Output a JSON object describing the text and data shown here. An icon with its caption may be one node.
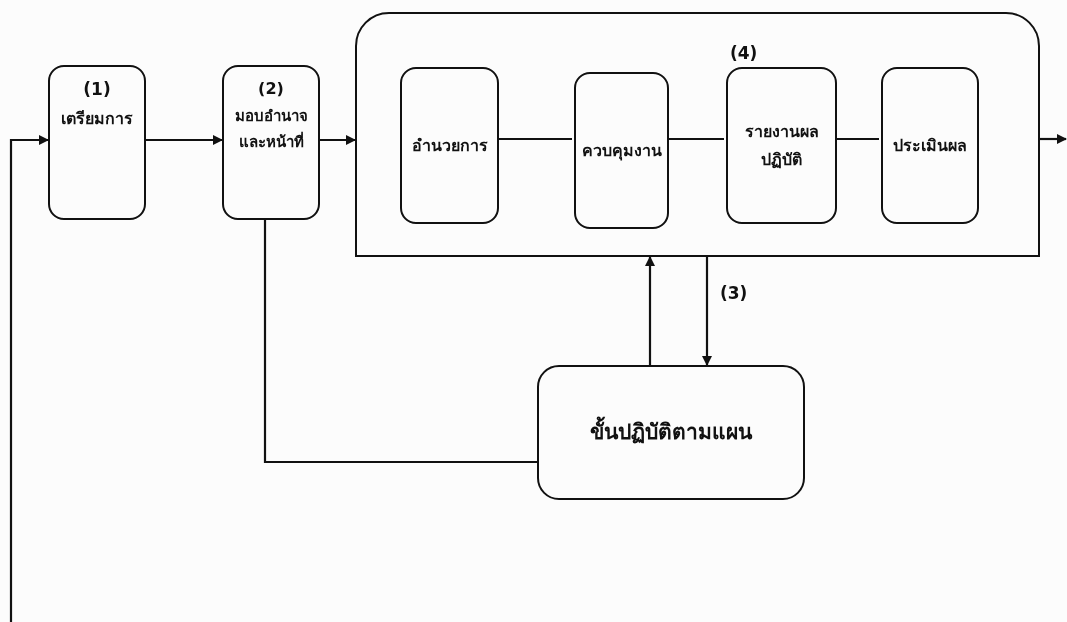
{
  "diagram": {
    "nodes": [
      {
        "text": [
          "(1)",
          "เตรียมการ"
        ]
      },
      {
        "text": [
          "(2)",
          "มอบอำนาจและหน้าที่"
        ]
      },
      {
        "text": [],
        "shape": "box"
      },
      {
        "text": [
          "อำนวยการ"
        ],
        "in": 2
      },
      {
        "text": [
          "ควบคุมงาน"
        ],
        "in": 2
      },
      {
        "text": [
          "(4)",
          "รายงานผลปฏิบัติ"
        ],
        "in": 2
      },
      {
        "text": [
          "ประเมินผล"
        ],
        "in": 2
      },
      {
        "text": [
          "ขั้นปฏิบัติตามแผน"
        ]
      }
    ],
    "edges": [
      {
        "from": null,
        "to": 0,
        "arrow": "to"
      },
      {
        "from": 0,
        "to": 1,
        "arrow": "to"
      },
      {
        "from": 1,
        "to": 2,
        "arrow": "to"
      },
      {
        "from": 3,
        "to": 4,
        "arrow": "none"
      },
      {
        "from": 4,
        "to": 5,
        "arrow": "none"
      },
      {
        "from": 5,
        "to": 6,
        "arrow": "none"
      },
      {
        "from": 2,
        "to": null,
        "arrow": "to"
      },
      {
        "from": 1,
        "to": 7,
        "arrow": "none"
      },
      {
        "from": 7,
        "to": 2,
        "arrow": "to"
      },
      {
        "from": 2,
        "to": 7,
        "arrow": "to",
        "label": "(3)"
      }
    ]
  }
}
